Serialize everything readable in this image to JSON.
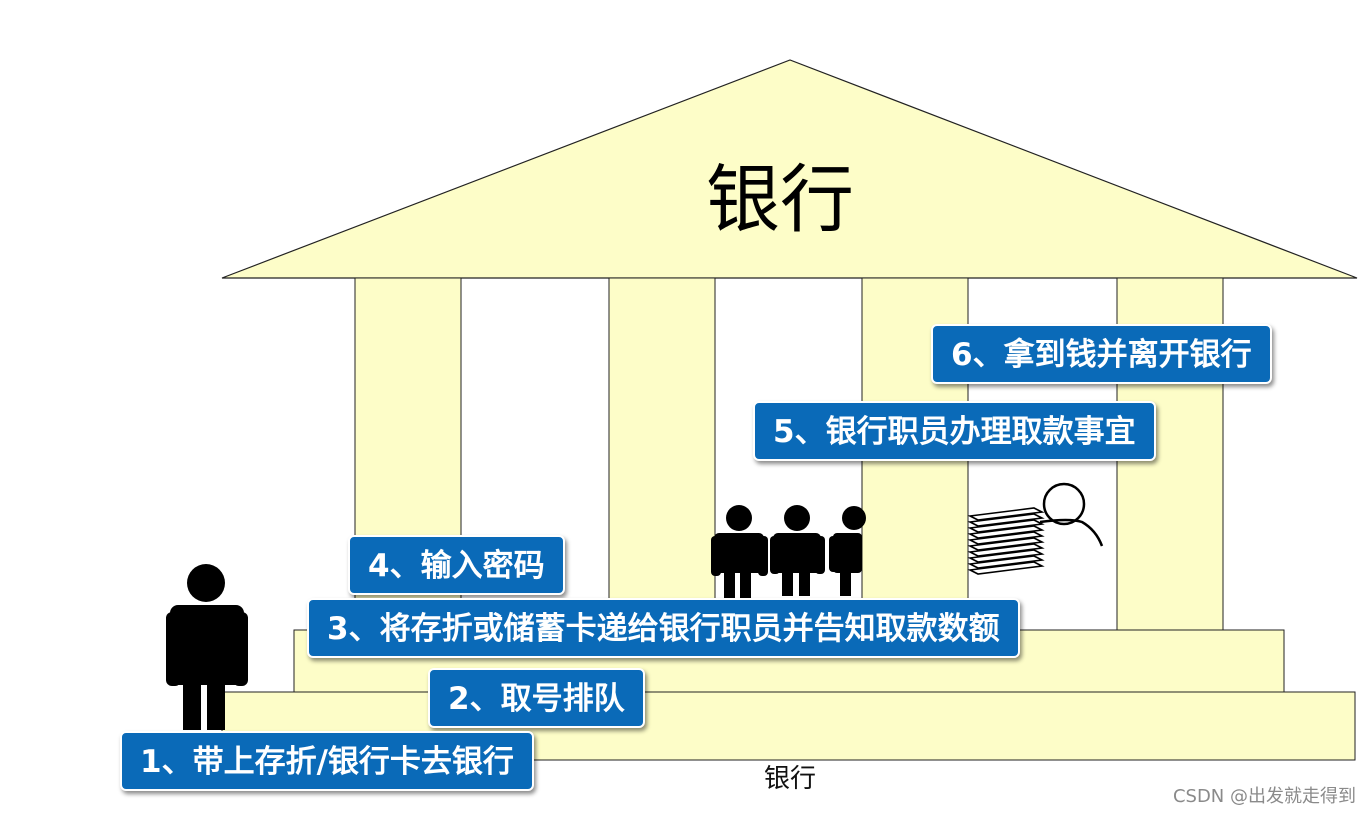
{
  "diagram": {
    "title": "银行",
    "caption": "银行",
    "watermark": "CSDN @出发就走得到",
    "colors": {
      "building": "#fdfdc8",
      "step_box": "#0a6ab8",
      "step_text": "#ffffff"
    },
    "steps": [
      {
        "id": "step-1",
        "label": "1、带上存折/银行卡去银行"
      },
      {
        "id": "step-2",
        "label": "2、取号排队"
      },
      {
        "id": "step-3",
        "label": "3、将存折或储蓄卡递给银行职员并告知取款数额"
      },
      {
        "id": "step-4",
        "label": "4、输入密码"
      },
      {
        "id": "step-5",
        "label": "5、银行职员办理取款事宜"
      },
      {
        "id": "step-6",
        "label": "6、拿到钱并离开银行"
      }
    ]
  }
}
